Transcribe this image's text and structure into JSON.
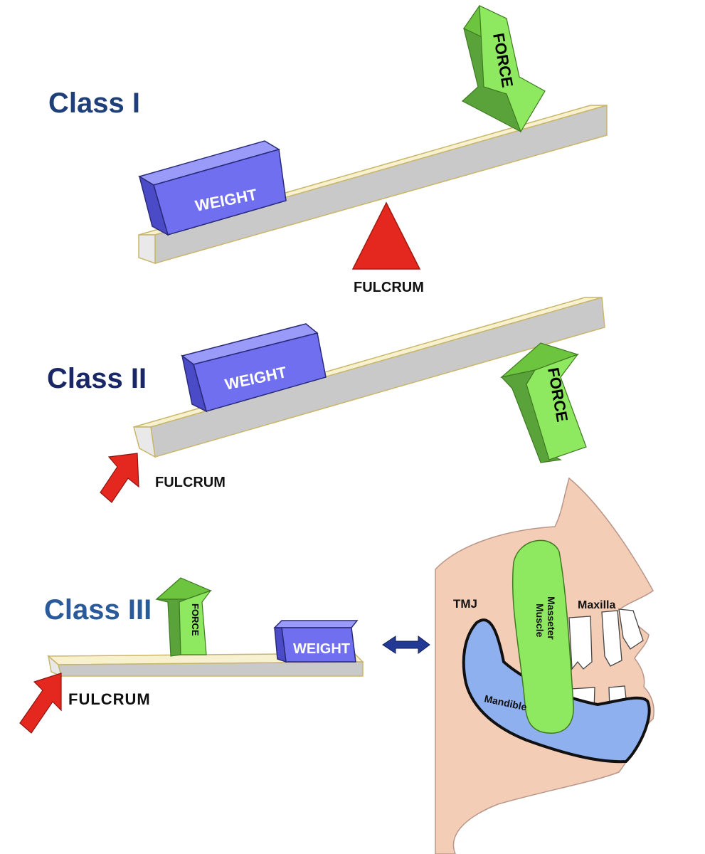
{
  "colors": {
    "title_blue": "#1f3f78",
    "weight_face": "#6f6ff0",
    "weight_top": "#9a9af8",
    "weight_side": "#4b4bc8",
    "beam_top": "#f7f1cf",
    "beam_front": "#c9c9c9",
    "force_green": "#8ee860",
    "force_dark": "#5aa23a",
    "fulcrum_red": "#e5281f",
    "skin": "#f4cdb6",
    "mandible_blue": "#8fb0ee",
    "muscle_green": "#8ee860",
    "double_arrow": "#223a94"
  },
  "class1": {
    "title": "Class I",
    "weight_label": "WEIGHT",
    "force_label": "FORCE",
    "fulcrum_label": "FULCRUM"
  },
  "class2": {
    "title": "Class II",
    "weight_label": "WEIGHT",
    "force_label": "FORCE",
    "fulcrum_label": "FULCRUM"
  },
  "class3": {
    "title": "Class III",
    "weight_label": "WEIGHT",
    "force_label": "FORCE",
    "fulcrum_label": "FULCRUM"
  },
  "jaw": {
    "tmj_label": "TMJ",
    "maxilla_label": "Maxilla",
    "mandible_label": "Mandible",
    "muscle_label_line1": "Masseter",
    "muscle_label_line2": "Muscle"
  },
  "icons": [
    "fulcrum-triangle-icon",
    "fulcrum-arrow-icon",
    "force-arrow-icon",
    "double-arrow-icon"
  ]
}
